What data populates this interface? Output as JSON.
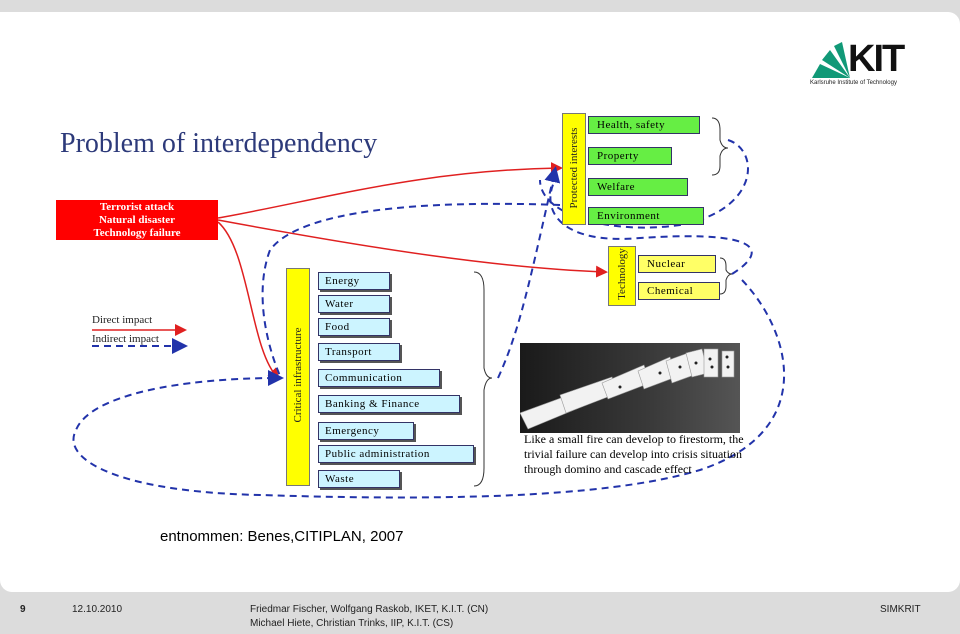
{
  "logo": {
    "word": "KIT",
    "subtitle": "Karlsruhe Institute of Technology"
  },
  "title": "Problem of interdependency",
  "cause_box": {
    "lines": [
      "Terrorist attack",
      "Natural disaster",
      "Technology failure"
    ]
  },
  "protected_interests": {
    "label": "Protected interests",
    "items": [
      "Health, safety",
      "Property",
      "Welfare",
      "Environment"
    ]
  },
  "technology": {
    "label": "Technology",
    "items": [
      "Nuclear",
      "Chemical"
    ]
  },
  "critical_infrastructure": {
    "label": "Critical infrastructure",
    "items": [
      "Energy",
      "Water",
      "Food",
      "Transport",
      "Communication",
      "Banking & Finance",
      "Emergency",
      "Public administration",
      "Waste"
    ]
  },
  "legend": {
    "direct": "Direct impact",
    "indirect": "Indirect impact"
  },
  "colors": {
    "direct": "#e02020",
    "indirect": "#2233aa",
    "cause": "#ff0000",
    "bar": "#ffff00"
  },
  "caption": "Like a small fire can develop to firestorm, the trivial failure can develop into crisis situation through domino and cascade effect",
  "source": "entnommen: Benes,CITIPLAN, 2007",
  "footer": {
    "page": "9",
    "date": "12.10.2010",
    "authors_line1": "Friedmar Fischer, Wolfgang Raskob, IKET, K.I.T. (CN)",
    "authors_line2": "Michael Hiete, Christian Trinks, IIP, K.I.T. (CS)",
    "project": "SIMKRIT"
  }
}
